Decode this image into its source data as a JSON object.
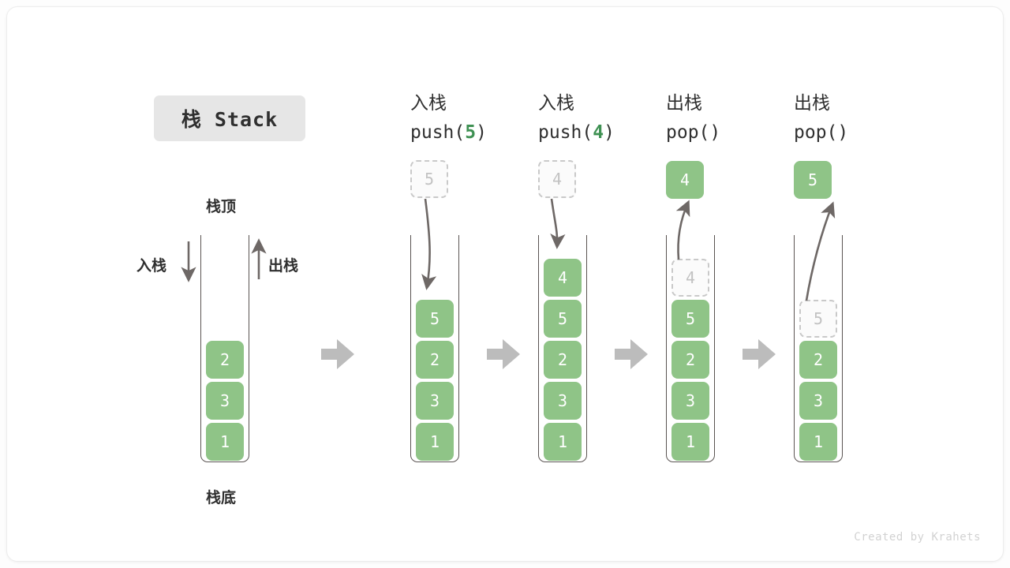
{
  "title": {
    "text": "栈 Stack"
  },
  "legend": {
    "top_label": "栈顶",
    "bottom_label": "栈底",
    "push_label": "入栈",
    "pop_label": "出栈"
  },
  "footer": {
    "credit": "Created by Krahets"
  },
  "colors": {
    "cell_fill": "#8fc487",
    "cell_text": "#ffffff",
    "ghost_border": "#c9c9c9",
    "ghost_text": "#c2c2c2",
    "container_border": "#5a5452",
    "arrow_gray": "#aaaaaa",
    "curve_arrow": "#6e6866",
    "accent_green": "#3f9153",
    "badge_bg": "#e6e6e6",
    "text_dark": "#2f2f2f"
  },
  "columns": [
    {
      "id": "initial",
      "header_zh": "",
      "header_code": "",
      "floating": null,
      "cells": [
        "2",
        "3",
        "1"
      ]
    },
    {
      "id": "push-5",
      "header_zh": "入栈",
      "header_code_prefix": "push(",
      "header_code_arg": "5",
      "header_code_suffix": ")",
      "floating": {
        "value": "5",
        "style": "ghost"
      },
      "cells": [
        "5",
        "2",
        "3",
        "1"
      ]
    },
    {
      "id": "push-4",
      "header_zh": "入栈",
      "header_code_prefix": "push(",
      "header_code_arg": "4",
      "header_code_suffix": ")",
      "floating": {
        "value": "4",
        "style": "ghost"
      },
      "cells": [
        "4",
        "5",
        "2",
        "3",
        "1"
      ]
    },
    {
      "id": "pop-1",
      "header_zh": "出栈",
      "header_code_prefix": "pop(",
      "header_code_arg": "",
      "header_code_suffix": ")",
      "floating": {
        "value": "4",
        "style": "solid"
      },
      "ghost_top": "4",
      "cells": [
        "5",
        "2",
        "3",
        "1"
      ]
    },
    {
      "id": "pop-2",
      "header_zh": "出栈",
      "header_code_prefix": "pop(",
      "header_code_arg": "",
      "header_code_suffix": ")",
      "floating": {
        "value": "5",
        "style": "solid"
      },
      "ghost_top": "5",
      "cells": [
        "2",
        "3",
        "1"
      ]
    }
  ]
}
